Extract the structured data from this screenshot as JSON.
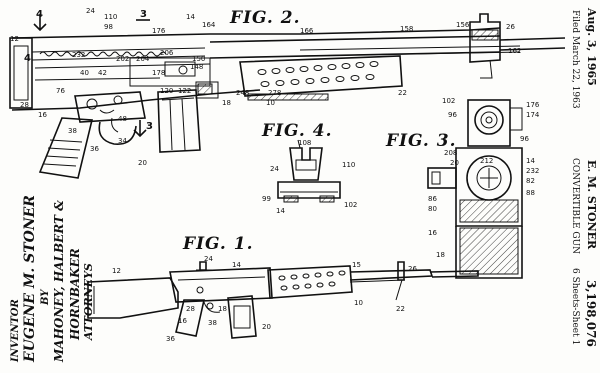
{
  "header": {
    "date": "Aug. 3, 1965",
    "inventor_name": "E. M. STONER",
    "patent_number": "3,198,076",
    "filed": "Filed March 22, 1963",
    "title": "CONVERTIBLE GUN",
    "sheets": "6 Sheets-Sheet 1"
  },
  "inventor_block": {
    "heading": "INVENTOR",
    "name": "EUGENE M. STONER",
    "by": "BY",
    "attorneys_line1": "MAHONEY, HALBERT &",
    "attorneys_line2": "HORNBAKER",
    "attorneys_label": "ATTORNEYS"
  },
  "figures": {
    "fig1": "FIG. 1.",
    "fig2": "FIG. 2.",
    "fig3": "FIG. 3.",
    "fig4": "FIG. 4."
  },
  "fig2_refs": [
    "4",
    "24",
    "110",
    "98",
    "3",
    "176",
    "14",
    "164",
    "166",
    "158",
    "156",
    "26",
    "12",
    "232",
    "202",
    "204",
    "206",
    "178",
    "148",
    "162",
    "22",
    "28",
    "40",
    "42",
    "76",
    "16",
    "38",
    "48",
    "34",
    "36",
    "120",
    "20",
    "122",
    "150",
    "18",
    "248",
    "10",
    "278",
    "4",
    "3"
  ],
  "fig4_refs": [
    "108",
    "24",
    "110",
    "99",
    "14",
    "102"
  ],
  "fig3_refs": [
    "102",
    "96",
    "176",
    "174",
    "96",
    "208",
    "20",
    "212",
    "14",
    "232",
    "82",
    "88",
    "86",
    "80",
    "16",
    "18"
  ],
  "fig1_refs": [
    "24",
    "14",
    "15",
    "26",
    "12",
    "28",
    "38",
    "36",
    "16",
    "22",
    "18",
    "20",
    "10"
  ],
  "colors": {
    "ink": "#111111",
    "paper": "#fdfdfb"
  }
}
